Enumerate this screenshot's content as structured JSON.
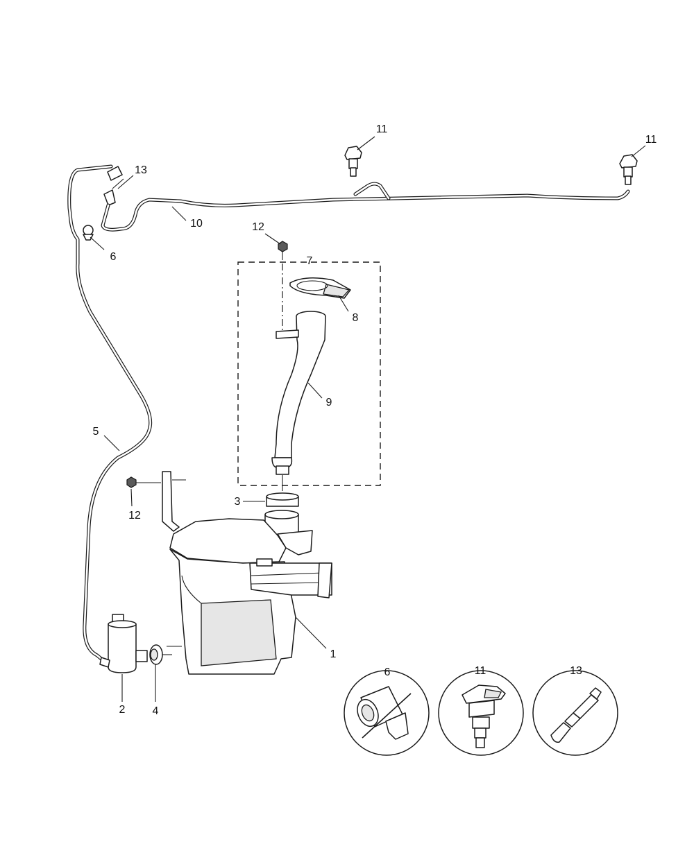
{
  "callouts": {
    "c1": "1",
    "c2": "2",
    "c3": "3",
    "c4": "4",
    "c5": "5",
    "c6a": "6",
    "c7": "7",
    "c8": "8",
    "c9": "9",
    "c10": "10",
    "c11a": "11",
    "c11b": "11",
    "c12a": "12",
    "c12b": "12",
    "c13a": "13",
    "detail6": "6",
    "detail11": "11",
    "detail13": "13"
  }
}
